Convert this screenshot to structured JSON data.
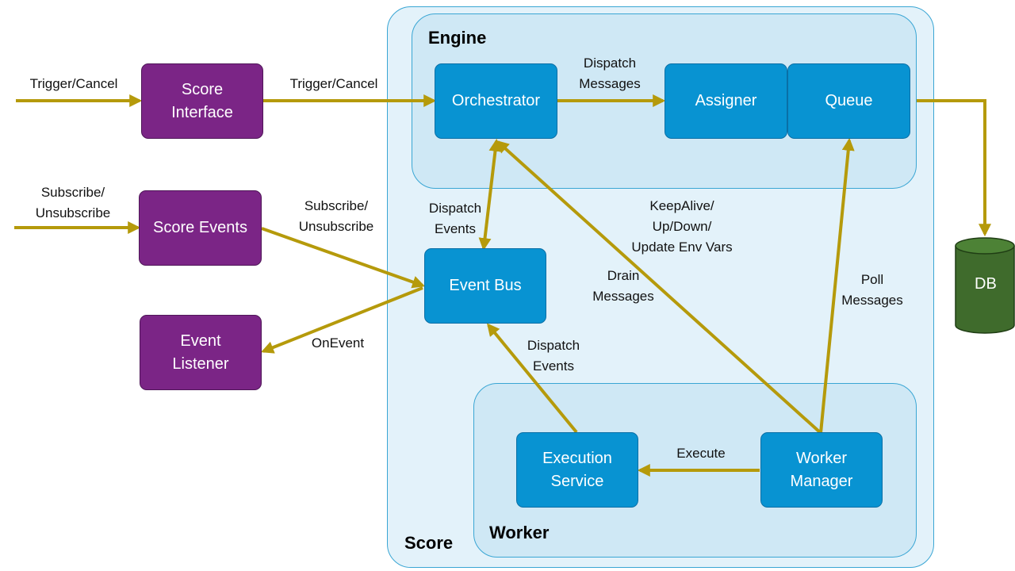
{
  "containers": {
    "score": "Score",
    "engine": "Engine",
    "worker": "Worker"
  },
  "boxes": {
    "score_interface": "Score\nInterface",
    "score_events": "Score Events",
    "event_listener": "Event\nListener",
    "orchestrator": "Orchestrator",
    "assigner": "Assigner",
    "queue": "Queue",
    "event_bus": "Event Bus",
    "execution_service": "Execution\nService",
    "worker_manager": "Worker\nManager",
    "db": "DB"
  },
  "labels": {
    "trigger_cancel_in": "Trigger/Cancel",
    "trigger_cancel_out": "Trigger/Cancel",
    "subscribe_in": "Subscribe/\nUnsubscribe",
    "subscribe_out": "Subscribe/\nUnsubscribe",
    "on_event": "OnEvent",
    "dispatch_messages": "Dispatch\nMessages",
    "dispatch_events_top": "Dispatch\nEvents",
    "dispatch_events_bottom": "Dispatch\nEvents",
    "keepalive": "KeepAlive/\nUp/Down/\nUpdate Env Vars",
    "drain_messages": "Drain\nMessages",
    "poll_messages": "Poll\nMessages",
    "execute": "Execute"
  },
  "colors": {
    "arrow": "#b59a0b",
    "box_blue": "#0893d2",
    "box_purple": "#7b2586",
    "container_border": "#3aa6d4",
    "db_green": "#3f6b2c"
  }
}
